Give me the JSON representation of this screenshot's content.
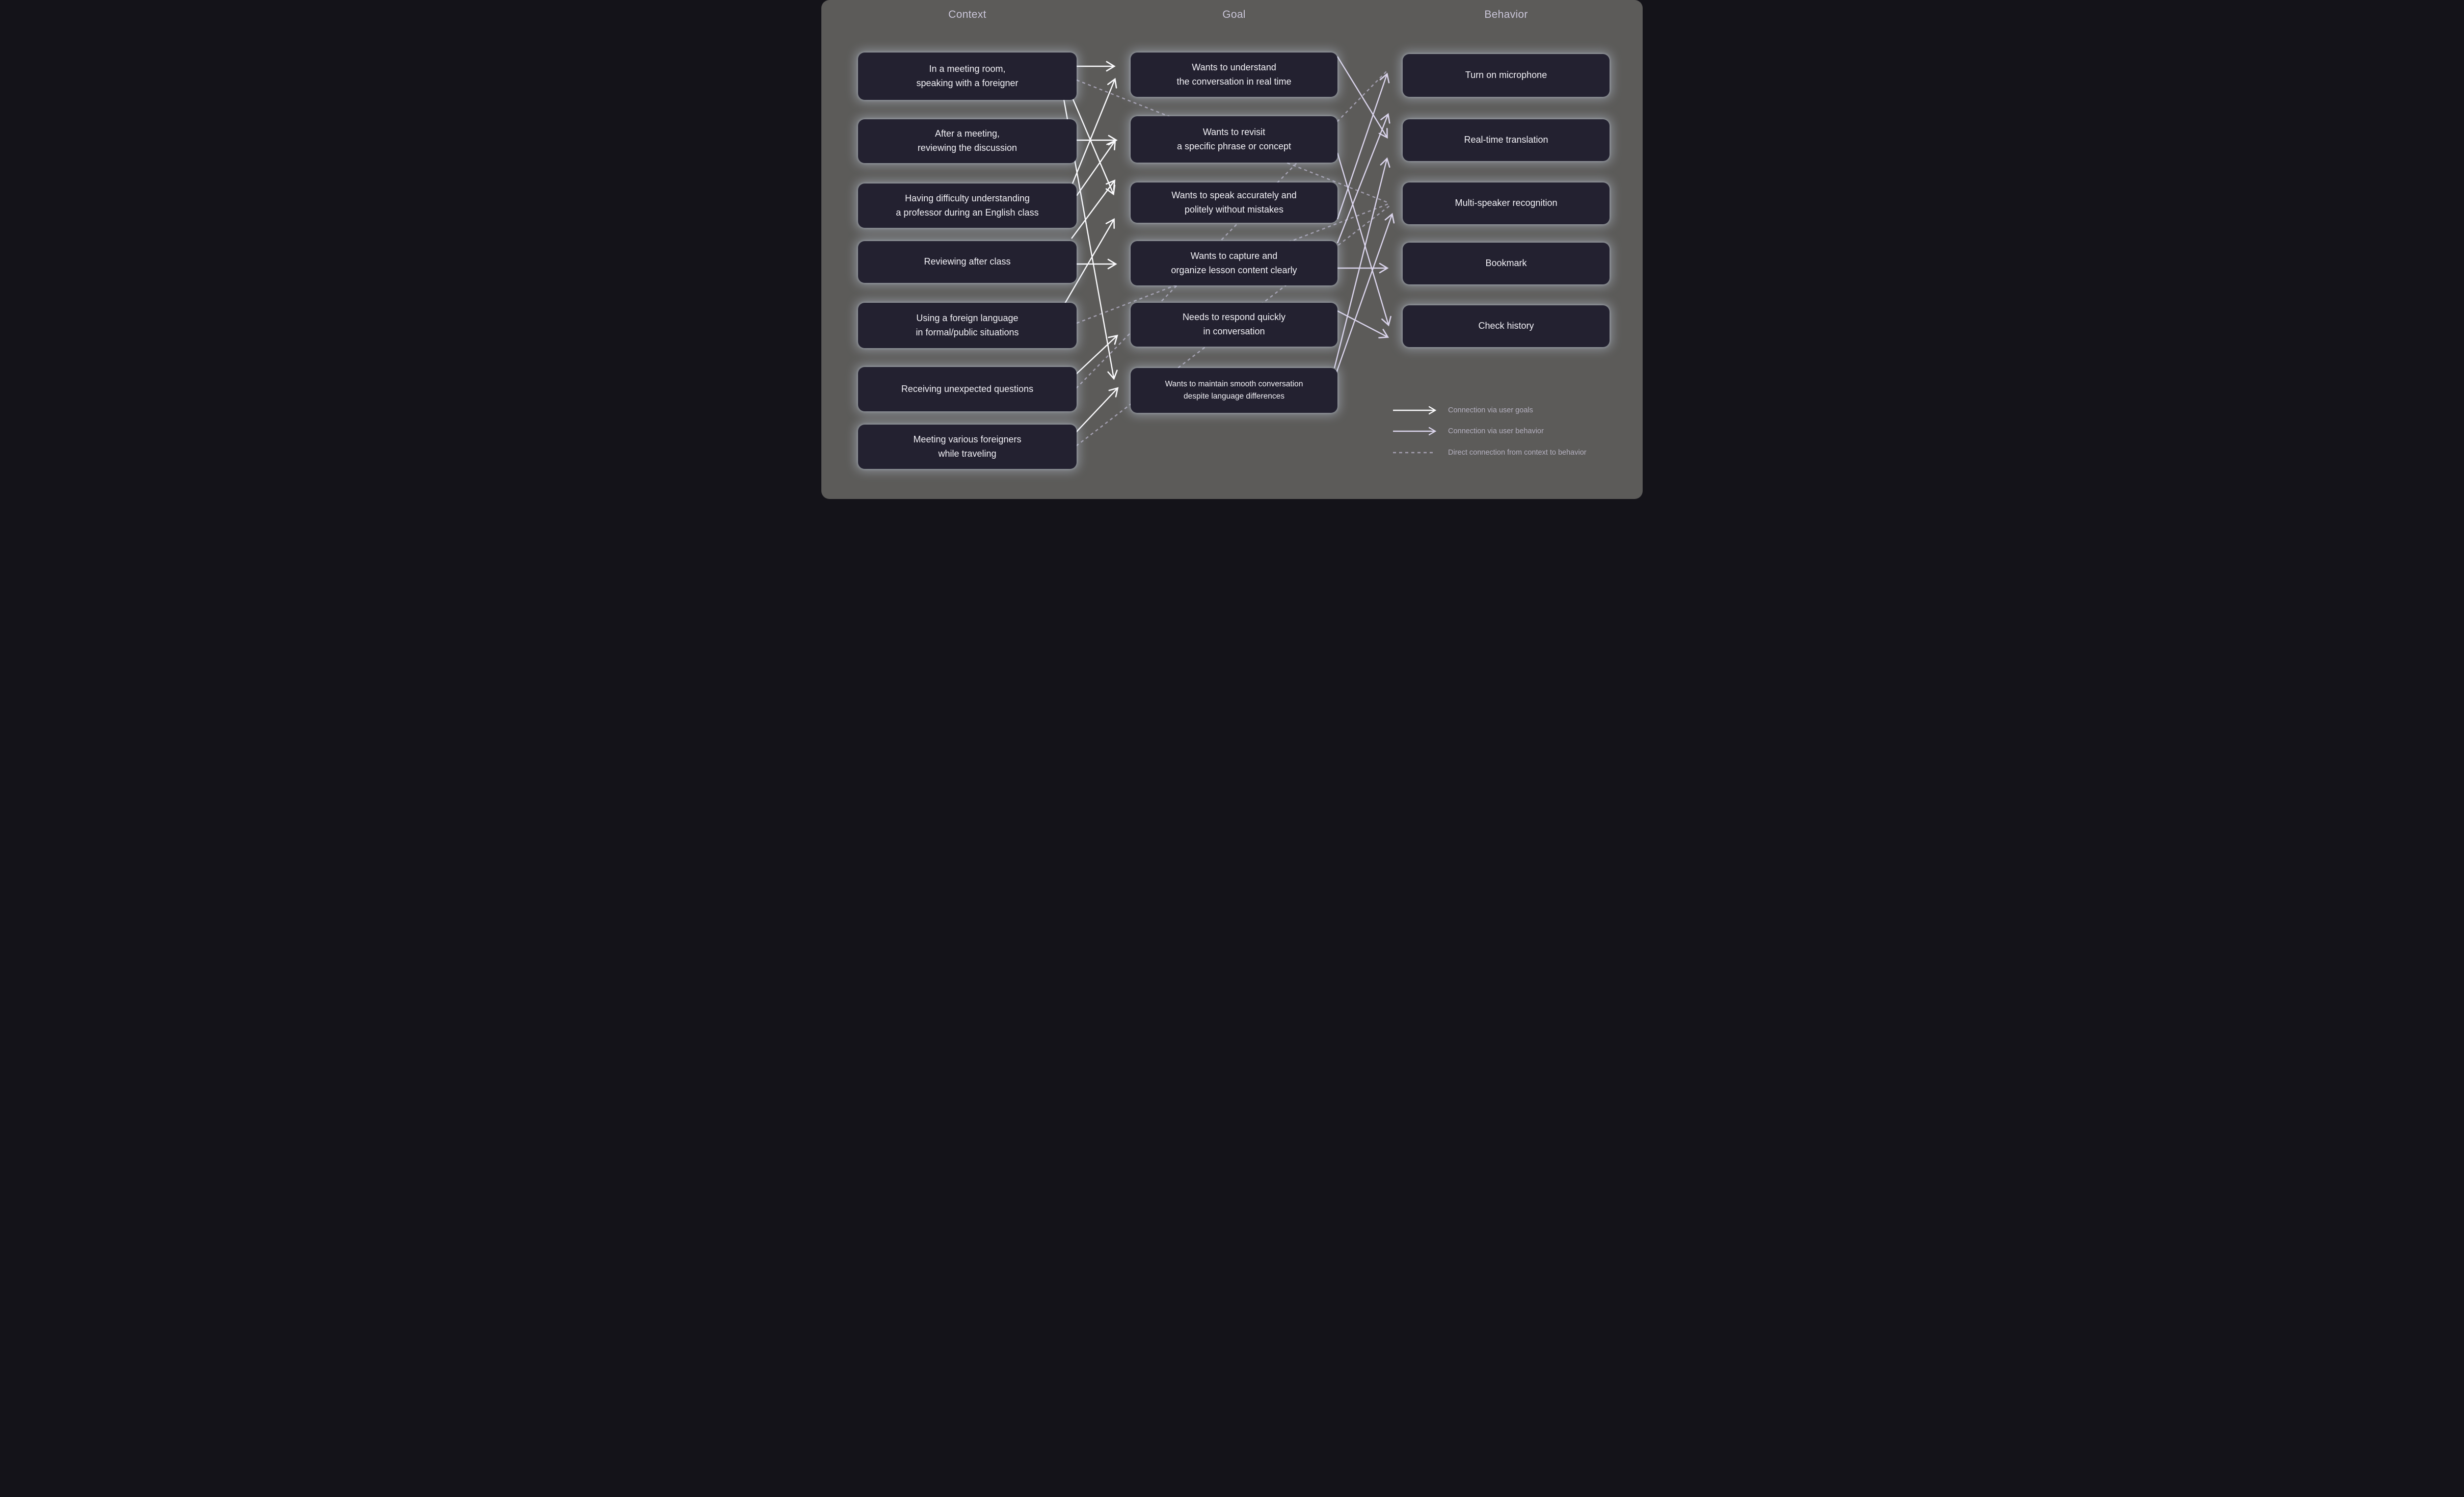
{
  "headers": {
    "context": "Context",
    "goal": "Goal",
    "behavior": "Behavior"
  },
  "columns": {
    "context": [
      "In a meeting room,\nspeaking with a foreigner",
      "After a meeting,\nreviewing the discussion",
      "Having difficulty understanding\na professor during an English class",
      "Reviewing after class",
      "Using a foreign language\nin formal/public situations",
      "Receiving unexpected questions",
      "Meeting various foreigners\nwhile traveling"
    ],
    "goal": [
      "Wants to understand\nthe conversation in real time",
      "Wants to revisit\na specific phrase or concept",
      "Wants to speak accurately and\npolitely without mistakes",
      "Wants to capture and\norganize lesson content clearly",
      "Needs to respond quickly\nin conversation",
      "Wants to maintain smooth conversation\ndespite language differences"
    ],
    "behavior": [
      "Turn on microphone",
      "Real-time translation",
      "Multi-speaker recognition",
      "Bookmark",
      "Check history"
    ]
  },
  "connections": {
    "context_to_goal": [
      {
        "from": 1,
        "to": 1
      },
      {
        "from": 3,
        "to": 1
      },
      {
        "from": 2,
        "to": 2
      },
      {
        "from": 3,
        "to": 2
      },
      {
        "from": 4,
        "to": 2
      },
      {
        "from": 1,
        "to": 3
      },
      {
        "from": 5,
        "to": 3
      },
      {
        "from": 4,
        "to": 4
      },
      {
        "from": 6,
        "to": 5
      },
      {
        "from": 1,
        "to": 6
      },
      {
        "from": 7,
        "to": 6
      }
    ],
    "goal_to_behavior": [
      {
        "from": 1,
        "to": 2
      },
      {
        "from": 3,
        "to": 1
      },
      {
        "from": 4,
        "to": 1
      },
      {
        "from": 6,
        "to": 2
      },
      {
        "from": 6,
        "to": 3
      },
      {
        "from": 4,
        "to": 4
      },
      {
        "from": 2,
        "to": 5
      },
      {
        "from": 5,
        "to": 5
      }
    ],
    "context_to_behavior_direct": [
      {
        "from": 1,
        "to": 3
      },
      {
        "from": 5,
        "to": 3
      },
      {
        "from": 7,
        "to": 3
      },
      {
        "from": 6,
        "to": 1
      }
    ]
  },
  "legend": [
    {
      "icon": "solid-arrow-white",
      "label": "Connection via user goals"
    },
    {
      "icon": "solid-arrow-lavender",
      "label": "Connection via user behavior"
    },
    {
      "icon": "dashed-line",
      "label": "Direct connection from context to behavior"
    }
  ],
  "colors": {
    "background": "#5c5b59",
    "node_fill": "#232130",
    "node_text": "#f2f1f6",
    "header_text": "#c9c5d8",
    "goal_arrow": "#fbfbfd",
    "behavior_arrow": "#d9d3ea",
    "direct_dashed": "#a29eae",
    "legend_text": "#b4b0bf",
    "glow": "rgba(200,212,232,0.42)"
  }
}
